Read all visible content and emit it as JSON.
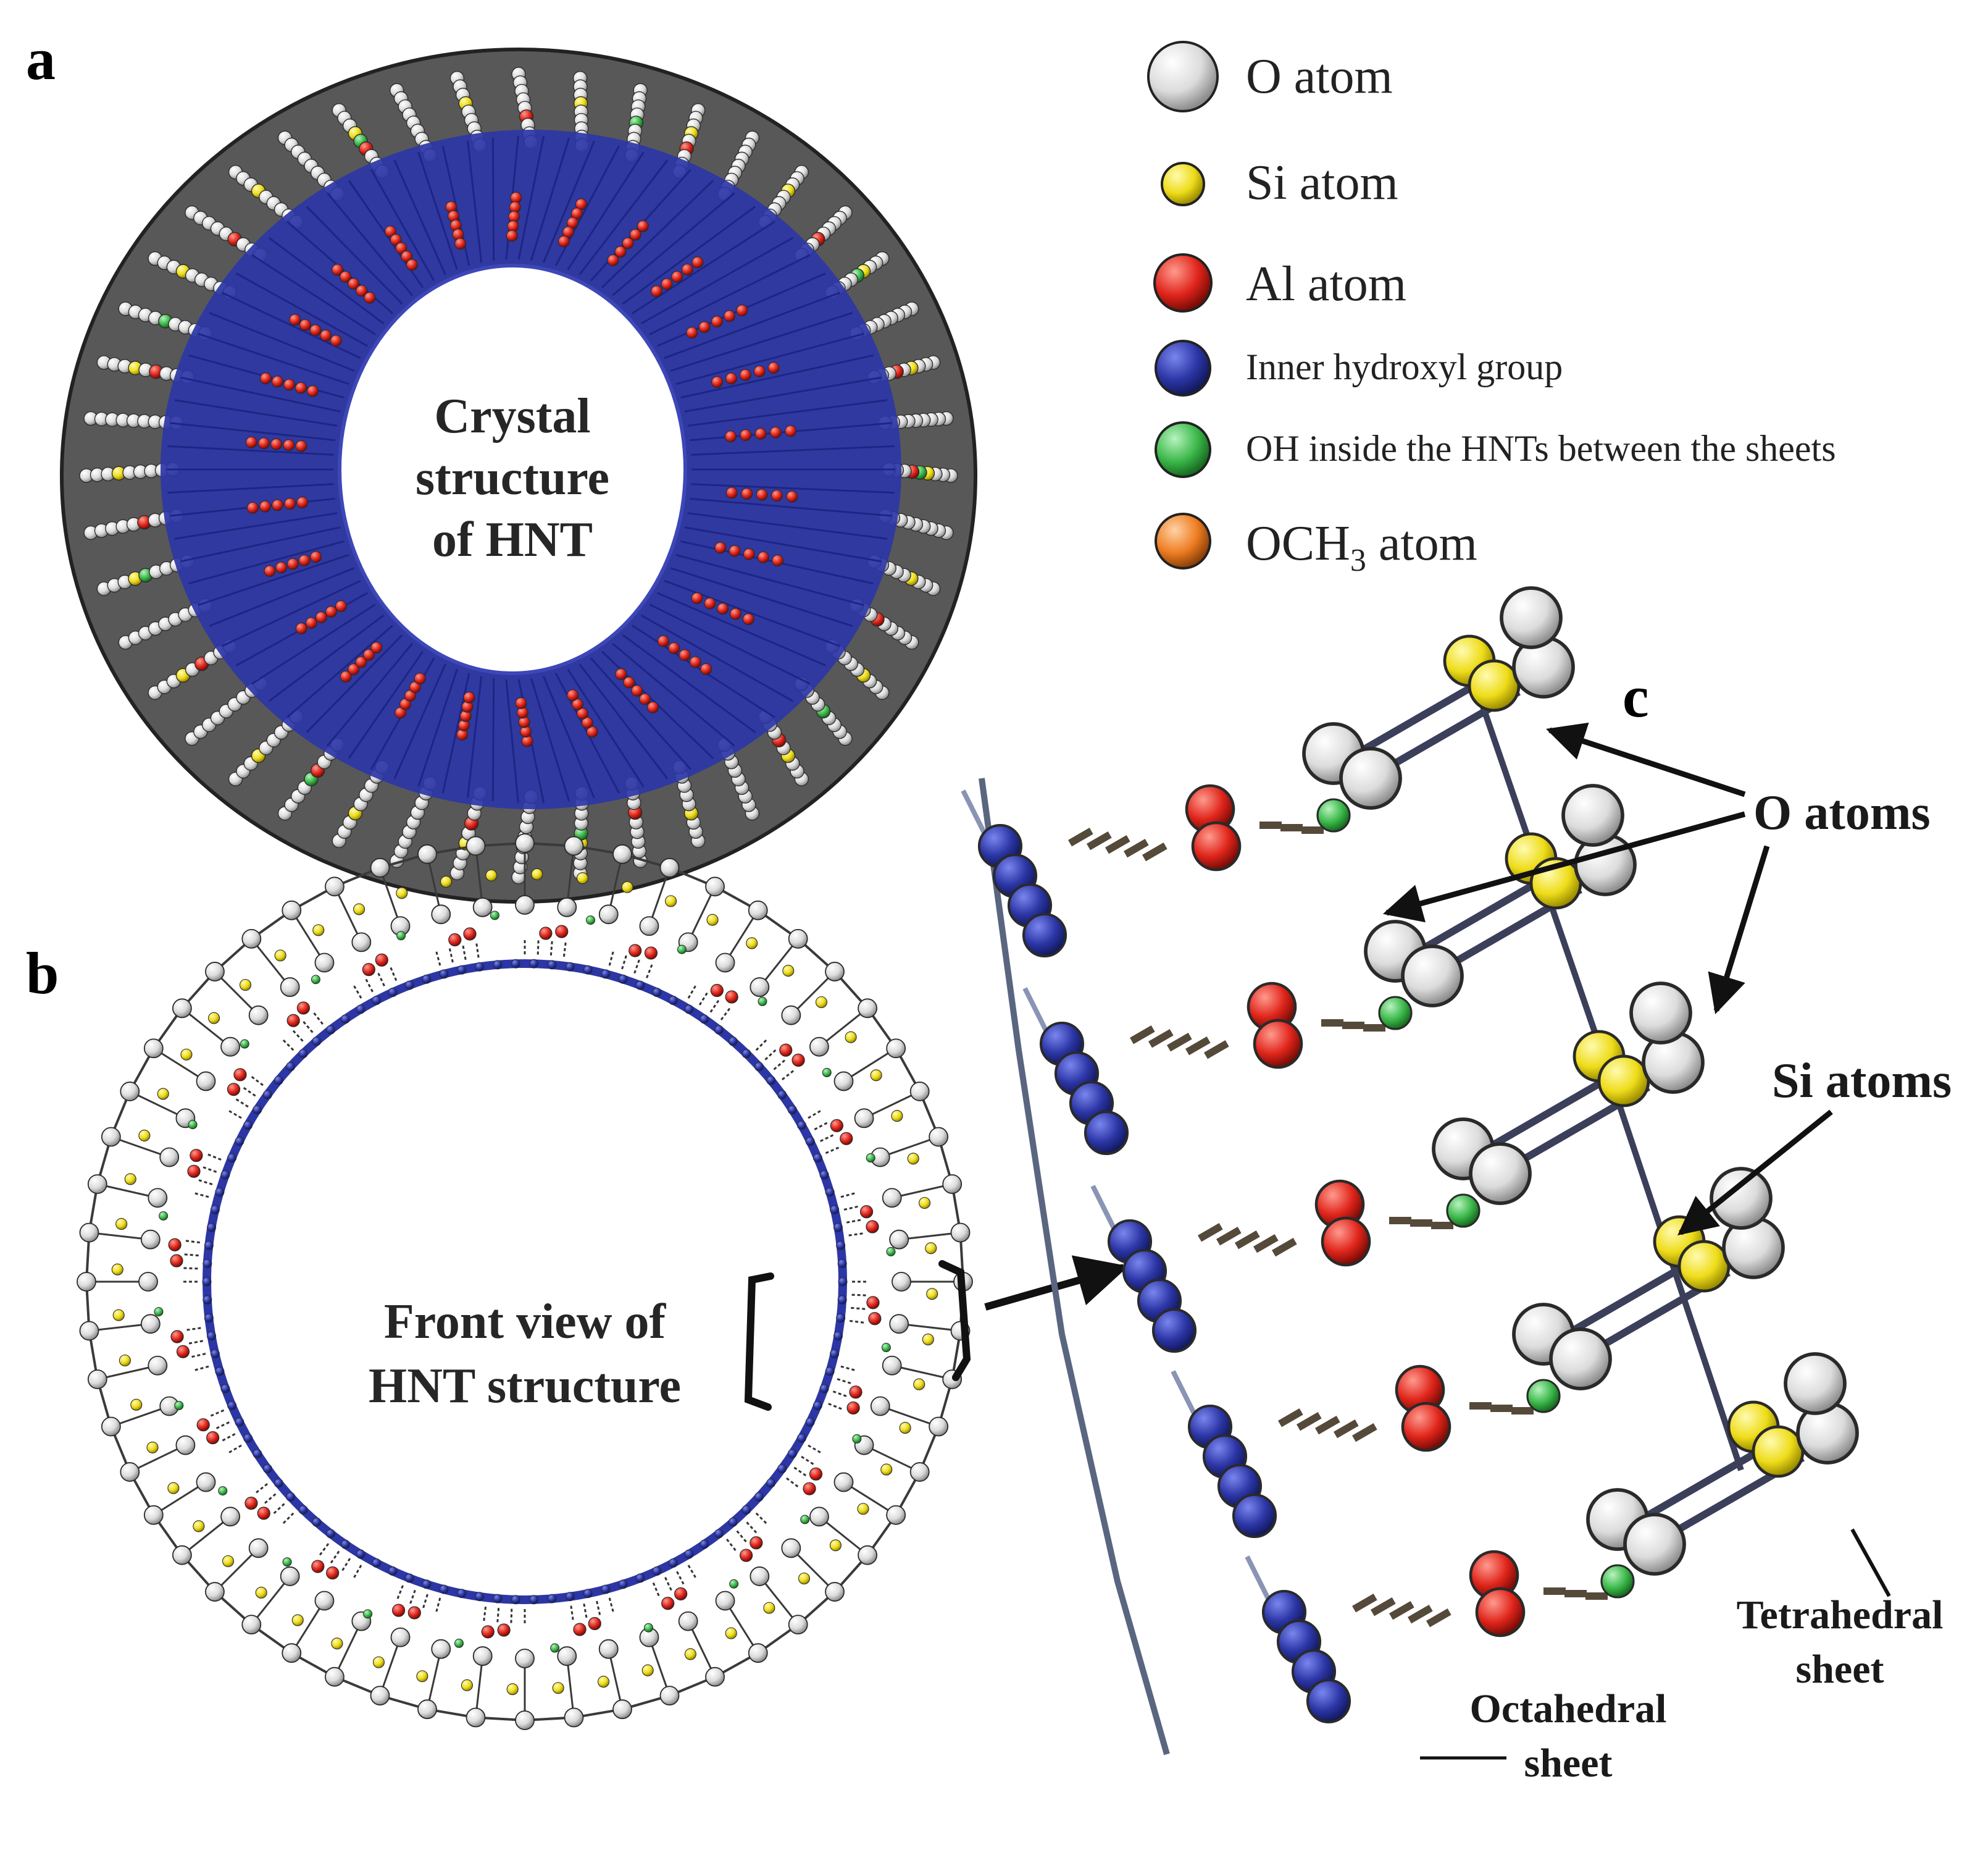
{
  "panels": {
    "a": "a",
    "b": "b",
    "c": "c"
  },
  "panel_a": {
    "caption_lines": [
      "Crystal",
      "structure",
      "of HNT"
    ]
  },
  "panel_b": {
    "caption_lines": [
      "Front view of",
      "HNT structure"
    ]
  },
  "legend": {
    "items": [
      {
        "key": "o",
        "label": "O atom",
        "color": "#eeeeee"
      },
      {
        "key": "si",
        "label": "Si atom",
        "color": "#f2e41c"
      },
      {
        "key": "al",
        "label": "Al atom",
        "color": "#e0251b"
      },
      {
        "key": "inner_oh",
        "label": "Inner hydroxyl group",
        "color": "#2c36a6"
      },
      {
        "key": "oh_between",
        "label": "OH inside the HNTs between the sheets",
        "color": "#3cb84a"
      },
      {
        "key": "och3",
        "label": "OCH",
        "sub": "3",
        "suffix": " atom",
        "color": "#ee7d22"
      }
    ]
  },
  "panel_c": {
    "o_atoms_label": "O atoms",
    "si_atoms_label": "Si atoms",
    "tetrahedral_label": [
      "Tetrahedral",
      "sheet"
    ],
    "octahedral_label": [
      "Octahedral",
      "sheet"
    ]
  },
  "colors": {
    "oxygen": "#e8e8e8",
    "silicon": "#f2e41c",
    "aluminium": "#e0251b",
    "inner_hydroxyl": "#2c36a6",
    "oh_between": "#3cb84a",
    "bond": "#3a3a3a"
  }
}
